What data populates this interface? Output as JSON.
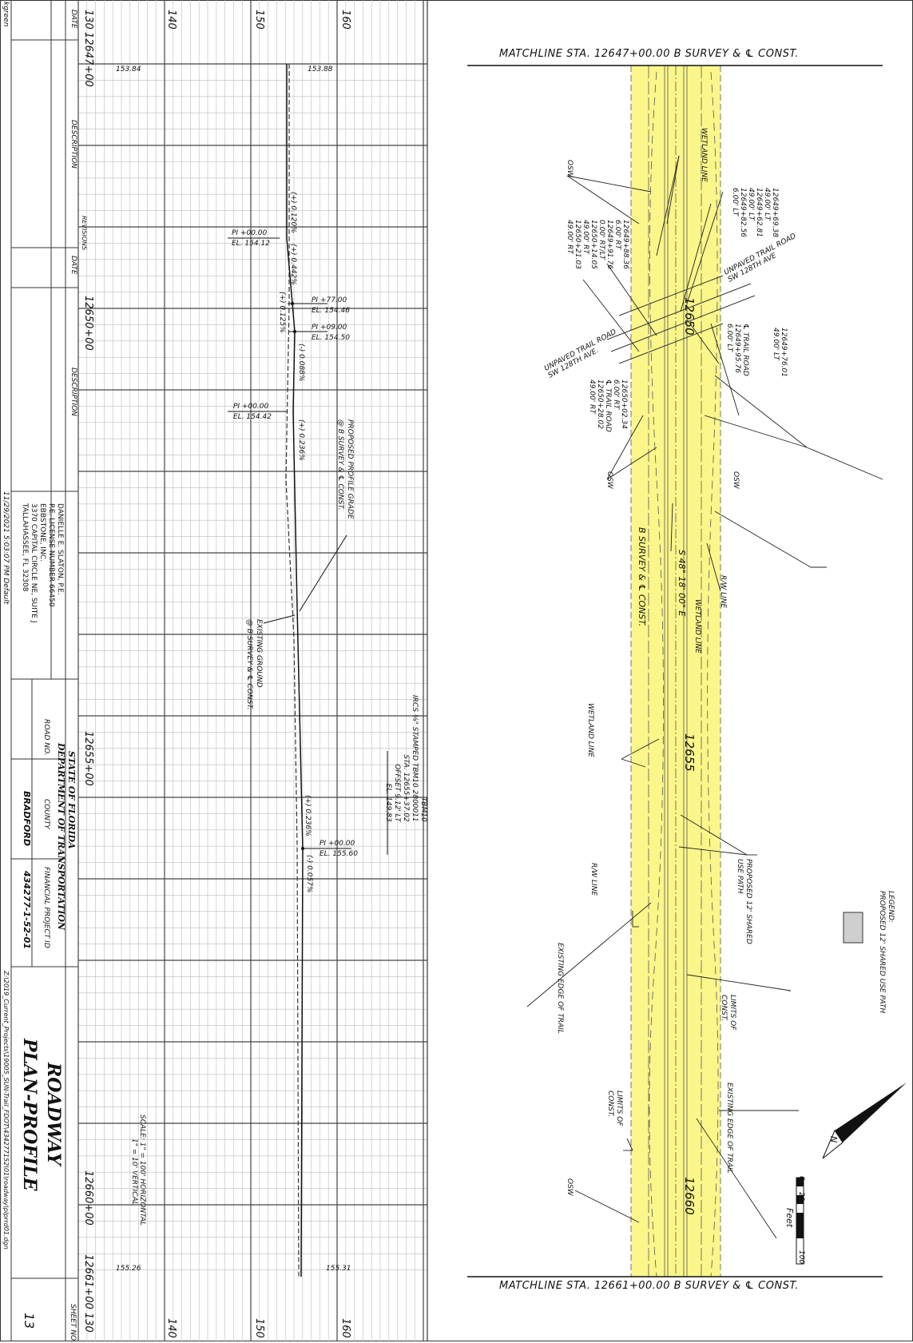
{
  "title_block": {
    "user": "kgreen",
    "date_label": "DATE",
    "description_label": "DESCRIPTION",
    "revisions_label": "REVISIONS",
    "engineer": [
      "DANIELLE E. SLATON, P.E.",
      "P.E. LICENSE NUMBER 66450",
      "EBBSTONE, INC.",
      "3370 CAPITAL CIRCLE NE, SUITE J",
      "TALLAHASSEE, FL 32308"
    ],
    "timestamp": "11/29/2021 5:03:07 PM   Default",
    "state": "STATE OF FLORIDA",
    "department": "DEPARTMENT OF TRANSPORTATION",
    "road_no_label": "ROAD NO.",
    "county_label": "COUNTY",
    "county": "BRADFORD",
    "fpid_label": "FINANCIAL PROJECT ID",
    "fpid": "434277-1-52-01",
    "sheet_title_1": "ROADWAY",
    "sheet_title_2": "PLAN-PROFILE",
    "scale_1": "SCALE: 1\" = 100' HORIZONTAL",
    "scale_2": "1\" = 10' VERTICAL",
    "sheet_no_label": "SHEET NO.",
    "sheet_no": "13",
    "file_path": "Z:\\2019_Current_Projects\\19005_SUN-Trail_FDOT\\434277152\\01\\roadway\\plprrd01.dgn"
  },
  "profile": {
    "elev_ticks": [
      "130",
      "140",
      "150",
      "160"
    ],
    "stations": [
      "12647+00",
      "12650+00",
      "12655+00",
      "12660+00",
      "12661+00"
    ],
    "station_bottom": "12661+00 130",
    "bottom_ticks": [
      "140",
      "150",
      "160"
    ],
    "start_elev_left": "153.84",
    "start_elev_right": "153.88",
    "end_elev_left": "155.26",
    "end_elev_right": "155.31",
    "grades": [
      "(+) 0.120%",
      "(+) 0.442%",
      "(+) 0.125%",
      "(-) 0.088%",
      "(+) 0.236%",
      "(+) 0.236%",
      "(-) 0.057%"
    ],
    "pi_labels": [
      {
        "pi": "PI +00.00",
        "el": "EL. 154.12"
      },
      {
        "pi": "PI +77.00",
        "el": "EL. 154.46"
      },
      {
        "pi": "PI +09.00",
        "el": "EL. 154.50"
      },
      {
        "pi": "PI +00.00",
        "el": "EL. 154.42"
      },
      {
        "pi": "PI +00.00",
        "el": "EL. 155.60"
      }
    ],
    "proposed_grade": [
      "PROPOSED PROFILE GRADE",
      "@ B SURVEY & ℄ CONST."
    ],
    "existing_ground": [
      "EXISTING GROUND",
      "@ B SURVEY & ℄ CONST."
    ],
    "benchmark": [
      "TBM10",
      "IRCS ⅜\" STAMPED TBM10 2800011",
      "STA. 12655+37.02",
      "OFFSET 9.12' LT",
      "EL. 149.83"
    ]
  },
  "plan": {
    "matchline_top": "MATCHLINE STA. 12647+00.00 B SURVEY & ℄ CONST.",
    "matchline_bottom": "MATCHLINE STA. 12661+00.00 B SURVEY & ℄ CONST.",
    "stations": [
      "12650",
      "12655",
      "12660"
    ],
    "bearing": "S 48° 18' 00\" E",
    "survey_label": "B SURVEY & ℄ CONST.",
    "left_callouts": [
      "12649+88.36",
      "6.00' RT",
      "12649+91.76",
      "0.00' RT/LT",
      "12650+14.05",
      "49.00' RT",
      "12650+21.03",
      "49.00' RT"
    ],
    "right_callouts": [
      "12649+69.38",
      "49.00' LT",
      "12649+62.81",
      "49.00' LT",
      "12649+82.56",
      "6.00' LT"
    ],
    "mid_callouts": [
      "12650+02.34",
      "6.00' RT",
      "℄ TRAIL ROAD",
      "12650+28.02",
      "49.00' RT"
    ],
    "trail_callouts": [
      "℄ TRAIL ROAD",
      "12649+95.76",
      "6.00' LT",
      "12649+76.01",
      "49.00' LT"
    ],
    "road_upper": [
      "UNPAVED TRAIL ROAD",
      "SW 128TH AVE"
    ],
    "road_lower": [
      "UNPAVED TRAIL ROAD",
      "SW 128TH AVE."
    ],
    "labels": {
      "osw": "OSW",
      "wetland": "WETLAND LINE",
      "rw": "R/W LINE",
      "proposed_path": [
        "PROPOSED 12' SHARED",
        "USE PATH"
      ],
      "limits": [
        "LIMITS OF",
        "CONST."
      ],
      "existing_edge": "EXISTING EDGE OF TRAIL"
    },
    "legend_title": "LEGEND:",
    "legend_item": "PROPOSED 12' SHARED USE PATH",
    "scale_labels": [
      "0",
      "20",
      "100"
    ],
    "scale_unit": "Feet",
    "north": "N",
    "highlight_color": "#fbf68a"
  }
}
